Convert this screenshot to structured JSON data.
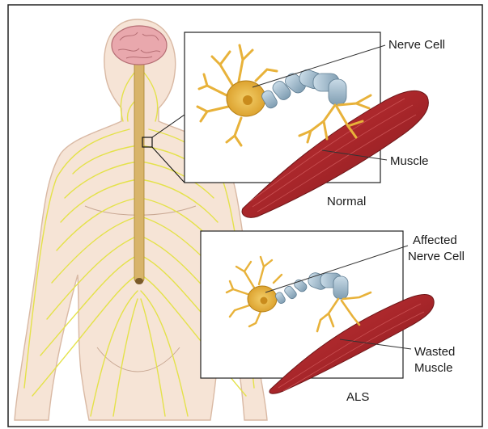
{
  "labels": {
    "top_nerve": "Nerve Cell",
    "top_muscle": "Muscle",
    "top_caption": "Normal",
    "bottom_nerve_line1": "Affected",
    "bottom_nerve_line2": "Nerve Cell",
    "bottom_muscle_line1": "Wasted",
    "bottom_muscle_line2": "Muscle",
    "bottom_caption": "ALS"
  },
  "colors": {
    "nerves": "#e4e24a",
    "skin": "#f6e4d6",
    "skin_outline": "#d9b9a4",
    "brain": "#e9a8ad",
    "spine": "#d8b46a",
    "muscle": "#a8262a",
    "neuron": "#e8b23a",
    "axon": "#9bb6c9"
  }
}
